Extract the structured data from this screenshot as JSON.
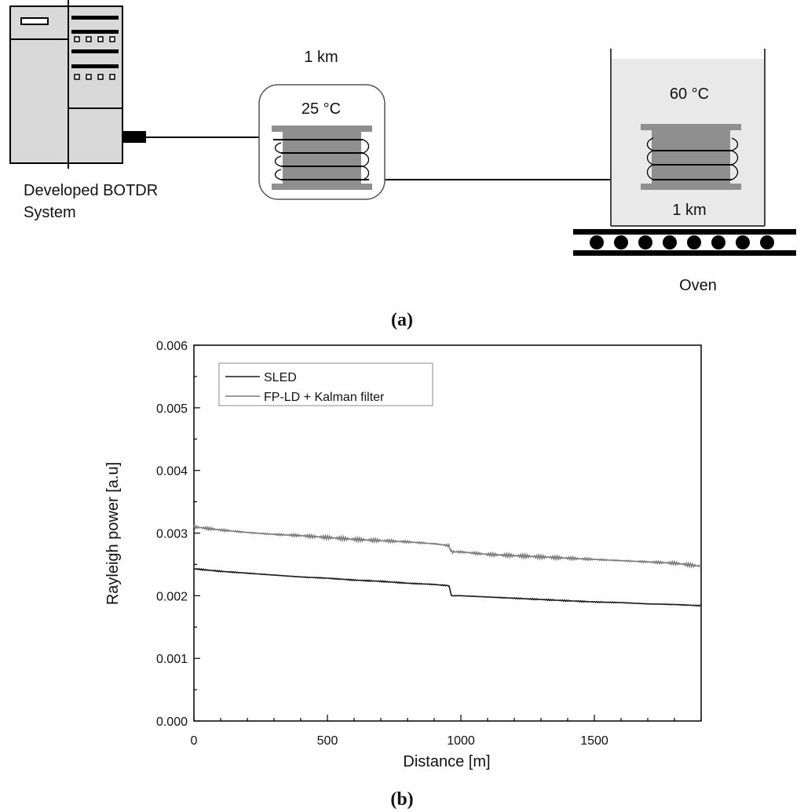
{
  "panel_a": {
    "system_label_line1": "Developed BOTDR",
    "system_label_line2": "System",
    "spool1_length": "1 km",
    "spool1_temp": "25 °C",
    "spool2_temp": "60 °C",
    "spool2_length": "1 km",
    "oven_label": "Oven",
    "caption": "(a)"
  },
  "panel_b": {
    "caption": "(b)"
  },
  "chart_data": {
    "type": "line",
    "title": "",
    "xlabel": "Distance [m]",
    "ylabel": "Rayleigh power [a.u]",
    "xlim": [
      0,
      1900
    ],
    "ylim": [
      0,
      0.006
    ],
    "xticks": [
      "0",
      "500",
      "1000",
      "1500"
    ],
    "yticks": [
      "0.000",
      "0.001",
      "0.002",
      "0.003",
      "0.004",
      "0.005",
      "0.006"
    ],
    "legend_position": "top-left",
    "series": [
      {
        "name": "SLED",
        "color": "#1a1a1a",
        "x": [
          0,
          100,
          200,
          300,
          400,
          500,
          600,
          700,
          800,
          900,
          955,
          965,
          1000,
          1100,
          1200,
          1300,
          1400,
          1500,
          1600,
          1700,
          1800,
          1900
        ],
        "y": [
          0.00243,
          0.00239,
          0.00236,
          0.00233,
          0.0023,
          0.00228,
          0.00225,
          0.00223,
          0.0022,
          0.00218,
          0.00216,
          0.002,
          0.002,
          0.00198,
          0.00196,
          0.00194,
          0.00192,
          0.0019,
          0.00189,
          0.00187,
          0.00186,
          0.00184
        ]
      },
      {
        "name": "FP-LD + Kalman filter",
        "color": "#7a7a7a",
        "x": [
          0,
          100,
          200,
          300,
          400,
          500,
          600,
          700,
          800,
          900,
          955,
          965,
          1000,
          1100,
          1200,
          1300,
          1400,
          1500,
          1600,
          1700,
          1800,
          1900
        ],
        "y": [
          0.0031,
          0.00305,
          0.00301,
          0.00298,
          0.00296,
          0.00293,
          0.0029,
          0.00288,
          0.00286,
          0.00283,
          0.0028,
          0.0027,
          0.0027,
          0.00266,
          0.00264,
          0.00262,
          0.0026,
          0.00258,
          0.00256,
          0.00254,
          0.00252,
          0.00247
        ]
      }
    ]
  },
  "colors": {
    "cabinet_fill": "#d9d9d9",
    "spool_fill": "#8f8f8f",
    "oven_fill": "#e9e9e9",
    "ink": "#000000"
  }
}
